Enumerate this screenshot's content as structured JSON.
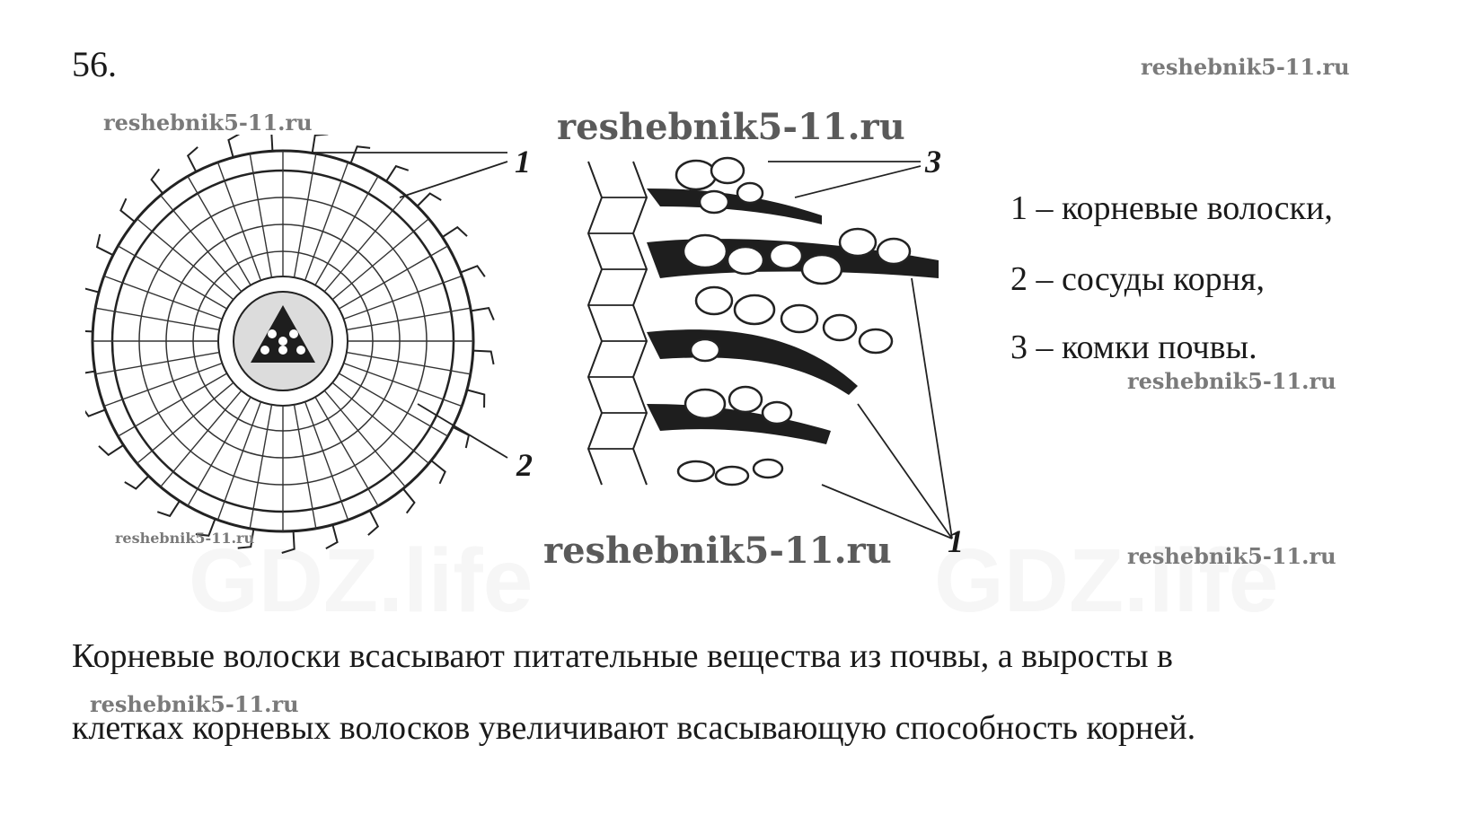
{
  "problem": {
    "number": "56."
  },
  "watermarks": {
    "top_right": "reshebnik5-11.ru",
    "figure_top_left": "reshebnik5-11.ru",
    "figure_top_center": "reshebnik5-11.ru",
    "figure_bottom_left": "reshebnik5-11.ru",
    "figure_bottom_center": "reshebnik5-11.ru",
    "right_middle": "reshebnik5-11.ru",
    "right_bottom": "reshebnik5-11.ru",
    "text_overlay": "reshebnik5-11.ru",
    "ghost_left": "GDZ.life",
    "ghost_right": "GDZ.life"
  },
  "figure": {
    "labels": {
      "one_a": "1",
      "one_b": "1",
      "two": "2",
      "three": "3"
    }
  },
  "legend": [
    "1 – корневые волоски,",
    "2 – сосуды корня,",
    "3 – комки почвы."
  ],
  "answer": {
    "line1": "Корневые волоски всасывают питательные вещества из почвы, а выросты в",
    "line2": "клетках корневых волосков увеличивают всасывающую способность корней."
  }
}
